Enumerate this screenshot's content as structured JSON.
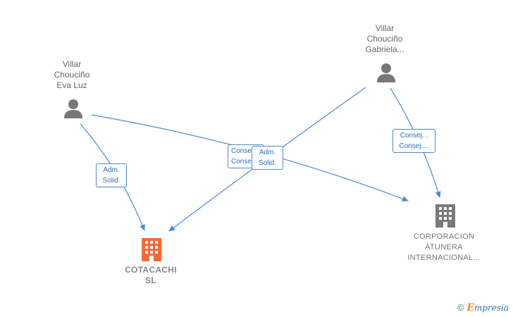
{
  "colors": {
    "edge": "#4a8ad4",
    "person_icon": "#777777",
    "company_main": "#f26a35",
    "company_other": "#7a7a7a"
  },
  "persons": [
    {
      "id": "eva",
      "label_lines": [
        "Villar",
        "Chouciño",
        "Eva Luz"
      ],
      "icon": "person-icon"
    },
    {
      "id": "gabriela",
      "label_lines": [
        "Villar",
        "Chouciño",
        "Gabriela..."
      ],
      "icon": "person-icon"
    }
  ],
  "companies": [
    {
      "id": "cotacachi",
      "label_lines": [
        "COTACACHI",
        "SL"
      ],
      "icon": "building-icon"
    },
    {
      "id": "corporacion",
      "label_lines": [
        "CORPORACION",
        "ATUNERA",
        "INTERNACIONAL..."
      ],
      "icon": "building-icon"
    }
  ],
  "edge_labels": [
    {
      "id": "eva-cotacachi",
      "lines": [
        "Adm.",
        "Solid."
      ]
    },
    {
      "id": "eva-corporacion",
      "lines": [
        "Conse",
        "Conse"
      ]
    },
    {
      "id": "gabriela-cotacachi",
      "lines": [
        "Adm.",
        "Solid."
      ]
    },
    {
      "id": "gabriela-corporacion",
      "lines": [
        "Consej. .",
        "Consej...."
      ]
    }
  ],
  "footer": {
    "copyright": "©",
    "brand_e": "E",
    "brand_rest": "mpresia"
  }
}
